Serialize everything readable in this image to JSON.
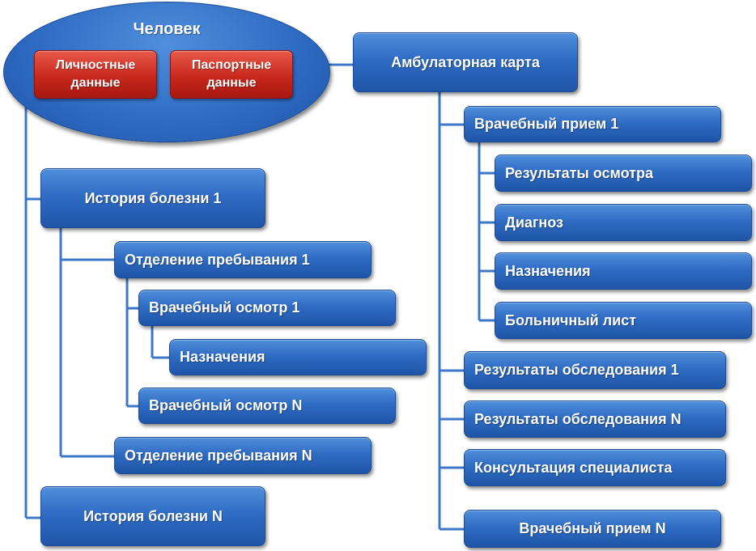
{
  "person": {
    "title": "Человек",
    "personal_line1": "Личностные",
    "personal_line2": "данные",
    "passport_line1": "Паспортные",
    "passport_line2": "данные"
  },
  "left_tree": {
    "history_1": "История болезни 1",
    "department_1": "Отделение пребывания 1",
    "exam_1": "Врачебный осмотр 1",
    "prescriptions": "Назначения",
    "exam_n": "Врачебный осмотр N",
    "department_n": "Отделение пребывания N",
    "history_n": "История болезни N"
  },
  "right_tree": {
    "outpatient_card": "Амбулаторная карта",
    "appointment_1": "Врачебный прием 1",
    "exam_results": "Результаты осмотра",
    "diagnosis": "Диагноз",
    "prescriptions": "Назначения",
    "sick_leave": "Больничный лист",
    "test_results_1": "Результаты обследования 1",
    "test_results_n": "Результаты обследования N",
    "specialist_consultation": "Консультация специалиста",
    "appointment_n": "Врачебный прием N"
  },
  "colors": {
    "box_blue": "#2f6cc4",
    "box_red": "#c8281c",
    "connector": "#3d78c8"
  }
}
